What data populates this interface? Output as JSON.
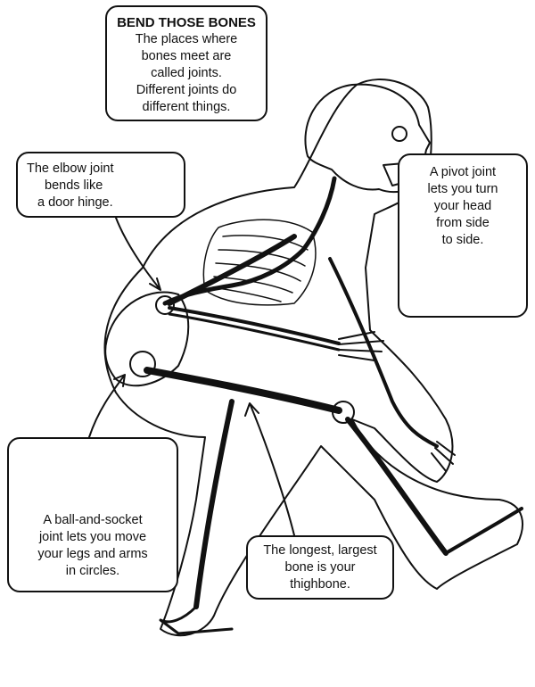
{
  "title_box": {
    "heading": "BEND THOSE BONES",
    "lines": [
      "The places where",
      "bones meet are",
      "called joints.",
      "Different joints do",
      "different things."
    ]
  },
  "elbow_box": {
    "lines": [
      "The elbow joint",
      "bends like",
      "a door hinge."
    ]
  },
  "pivot_box": {
    "lines": [
      "A pivot joint",
      "lets you turn",
      "your head",
      "from side",
      "to side."
    ]
  },
  "ball_box": {
    "lines": [
      "A ball-and-socket",
      "joint lets you move",
      "your legs and arms",
      "in circles."
    ]
  },
  "bone_box": {
    "lines": [
      "The longest, largest",
      "bone is your",
      "thighbone."
    ]
  },
  "colors": {
    "ink": "#111111",
    "paper": "#ffffff"
  }
}
